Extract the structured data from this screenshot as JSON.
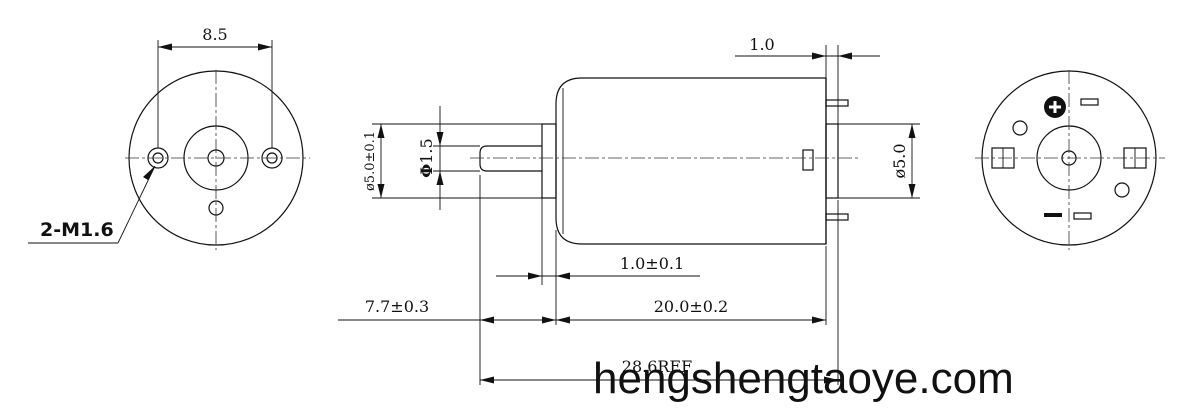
{
  "front_view": {
    "width_dim": "8.5",
    "hole_callout": "2-M1.6"
  },
  "side_view": {
    "top_dim": "1.0",
    "shaft_housing_dia": "5.0±0.1",
    "shaft_dia": "1.5",
    "rear_boss_dia": "5.0",
    "flange_thickness": "1.0±0.1",
    "shaft_length": "7.7±0.3",
    "body_length": "20.0±0.2",
    "overall_length": "28.6REF",
    "dia_prefix": "ø"
  },
  "rear_view": {
    "plus_terminal": "+",
    "minus_terminal": "−"
  },
  "watermark": "hengshengtaoye.com"
}
